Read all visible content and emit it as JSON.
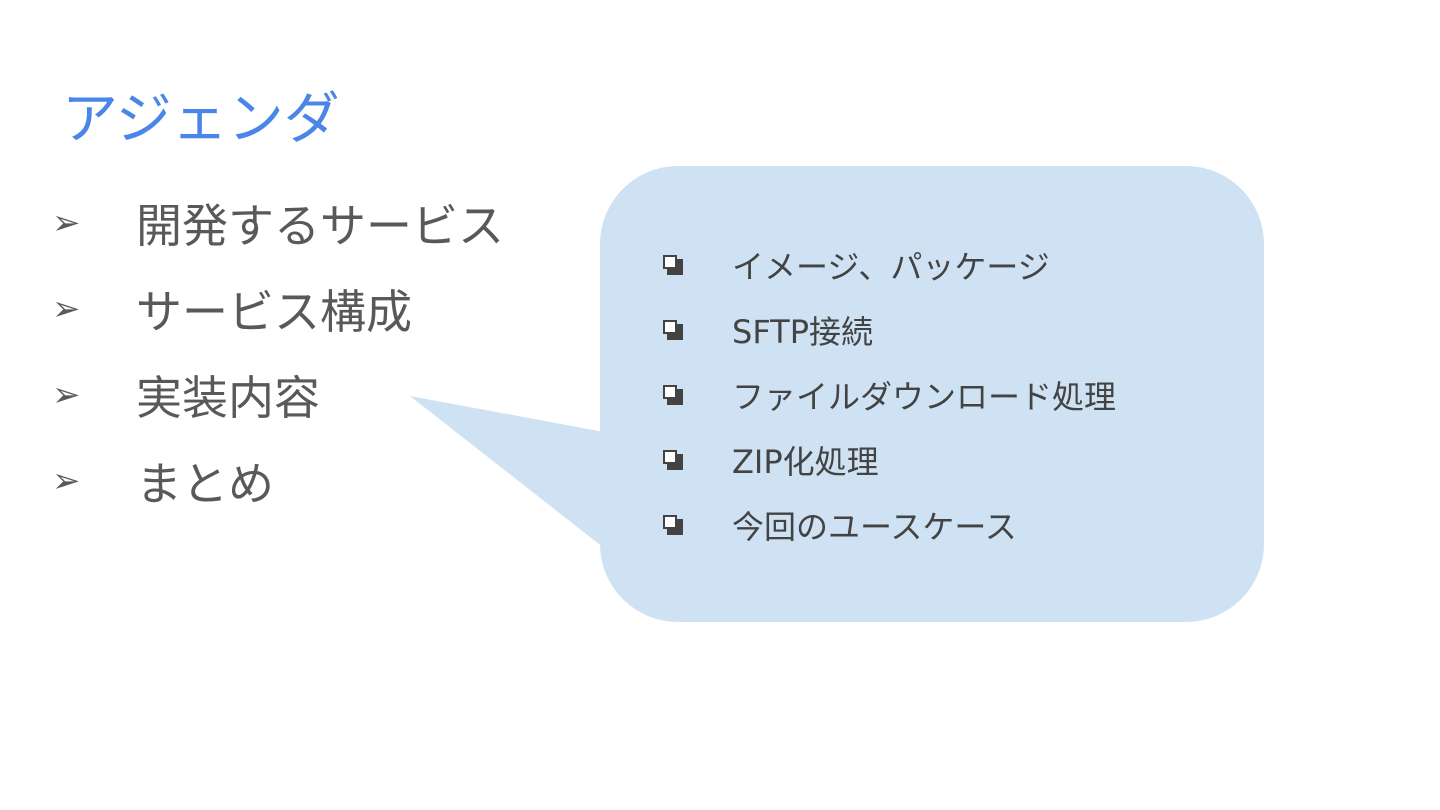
{
  "slide": {
    "title": "アジェンダ",
    "title_color": "#4a86e8",
    "callout_color": "#cfe2f3",
    "agenda_marker": "➢",
    "agenda": [
      {
        "label": "開発するサービス"
      },
      {
        "label": "サービス構成"
      },
      {
        "label": "実装内容"
      },
      {
        "label": "まとめ"
      }
    ],
    "callout_items": [
      {
        "label": "イメージ、パッケージ",
        "icon": "checkbox-icon"
      },
      {
        "label": "SFTP接続",
        "icon": "checkbox-icon"
      },
      {
        "label": "ファイルダウンロード処理",
        "icon": "checkbox-icon"
      },
      {
        "label": "ZIP化処理",
        "icon": "checkbox-icon"
      },
      {
        "label": "今回のユースケース",
        "icon": "checkbox-icon"
      }
    ]
  }
}
